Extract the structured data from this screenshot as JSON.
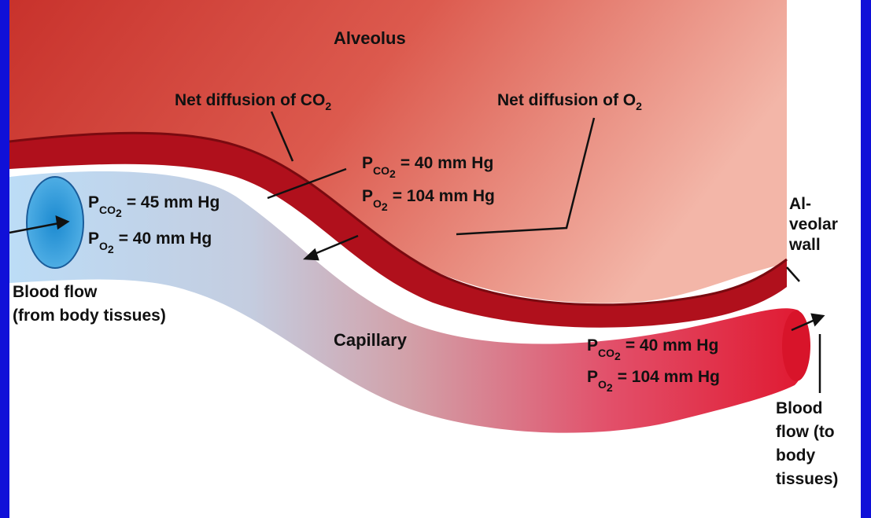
{
  "diagram": {
    "alveolus_label": "Alveolus",
    "capillary_label": "Capillary",
    "co2_diffusion": {
      "main": "Net diffusion of CO",
      "sub": "2"
    },
    "o2_diffusion": {
      "main": "Net diffusion of O",
      "sub": "2"
    },
    "alveolar_air": {
      "pco2": {
        "p": "P",
        "sub": "CO",
        "sub2": "2",
        "value": "= 40 mm Hg"
      },
      "po2": {
        "p": "P",
        "sub": "O",
        "sub2": "2",
        "value": "= 104 mm Hg"
      }
    },
    "venous_blood": {
      "pco2": {
        "p": "P",
        "sub": "CO",
        "sub2": "2",
        "value": "= 45 mm Hg"
      },
      "po2": {
        "p": "P",
        "sub": "O",
        "sub2": "2",
        "value": "= 40 mm Hg"
      }
    },
    "arterial_blood": {
      "pco2": {
        "p": "P",
        "sub": "CO",
        "sub2": "2",
        "value": "= 40 mm Hg"
      },
      "po2": {
        "p": "P",
        "sub": "O",
        "sub2": "2",
        "value": "= 104 mm Hg"
      }
    },
    "blood_in": [
      "Blood flow",
      "(from body tissues)"
    ],
    "wall_label": [
      "Al-",
      "veolar",
      "wall"
    ],
    "blood_out": [
      "Blood",
      "flow (to",
      "body",
      "tissues)"
    ]
  },
  "colors": {
    "frame": "#1010d8",
    "alveolus": "#d84a42",
    "wall": "#b01818",
    "capillary_blue": "#b8d8f4",
    "capillary_red": "#e0203a"
  }
}
